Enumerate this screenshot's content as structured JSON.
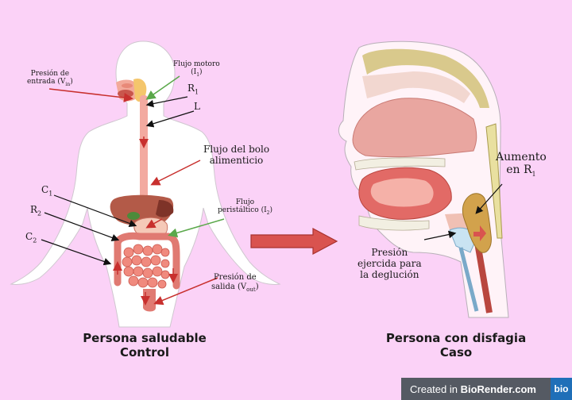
{
  "left": {
    "title_line1": "Persona saludable",
    "title_line2": "Control",
    "labels": {
      "presion_entrada_1": "Presión de",
      "presion_entrada_2": "entrada (V",
      "presion_entrada_sub": "in",
      "flujo_motor_1": "Flujo motoro",
      "flujo_motor_2": "(I",
      "flujo_motor_sub": "1",
      "r1": "R",
      "r1_sub": "1",
      "l": "L",
      "flujo_bolo_1": "Flujo del bolo",
      "flujo_bolo_2": "alimenticio",
      "c1": "C",
      "c1_sub": "1",
      "r2": "R",
      "r2_sub": "2",
      "c2": "C",
      "c2_sub": "2",
      "flujo_perist_1": "Flujo",
      "flujo_perist_2": "peristáltico (I",
      "flujo_perist_sub": "2",
      "presion_salida_1": "Presión de",
      "presion_salida_2": "salida (V",
      "presion_salida_sub": "out"
    }
  },
  "right": {
    "title_line1": "Persona con disfagia",
    "title_line2": "Caso",
    "aumento_1": "Aumento",
    "aumento_2": "en R",
    "aumento_sub": "1",
    "presion_1": "Presión",
    "presion_2": "ejercida para",
    "presion_3": "la deglución"
  },
  "badge": {
    "prefix": "Created in ",
    "brand": "BioRender.com",
    "logo": "bio"
  },
  "colors": {
    "background": "#fbd2f7",
    "body_fill": "#ffffff",
    "red_arrow": "#c8302e",
    "green_arrow": "#5aa84a",
    "big_arrow": "#d9534f"
  }
}
